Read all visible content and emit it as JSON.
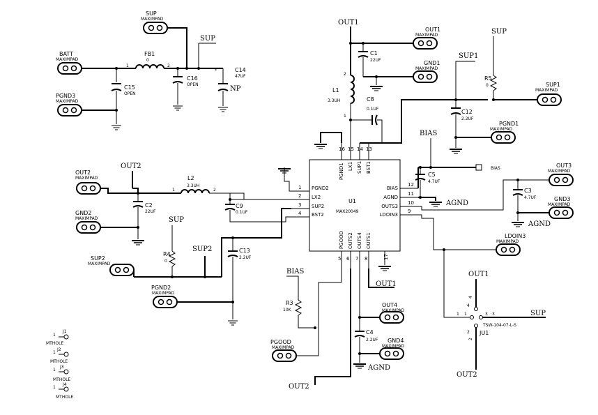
{
  "ic": {
    "ref": "U1",
    "part": "MAX20049",
    "pins_left": [
      {
        "num": "1",
        "name": "PGND2"
      },
      {
        "num": "2",
        "name": "LX2"
      },
      {
        "num": "3",
        "name": "SUP2"
      },
      {
        "num": "4",
        "name": "BST2"
      }
    ],
    "pins_top": [
      {
        "num": "16",
        "name": "PGND1"
      },
      {
        "num": "15",
        "name": "LX1"
      },
      {
        "num": "14",
        "name": "SUP1"
      },
      {
        "num": "13",
        "name": "BST1"
      }
    ],
    "pins_right": [
      {
        "num": "12",
        "name": "BIAS"
      },
      {
        "num": "11",
        "name": "AGND"
      },
      {
        "num": "10",
        "name": "OUTS3"
      },
      {
        "num": "9",
        "name": "LDOIN3"
      }
    ],
    "pins_bottom": [
      {
        "num": "5",
        "name": "PGOOD"
      },
      {
        "num": "6",
        "name": "OUTS2"
      },
      {
        "num": "7",
        "name": "OUTS4"
      },
      {
        "num": "8",
        "name": "OUTS1"
      },
      {
        "num": "17",
        "name": ""
      }
    ]
  },
  "pads": [
    {
      "id": "sup",
      "name": "SUP",
      "type": "MAXIMPAD"
    },
    {
      "id": "batt",
      "name": "BATT",
      "type": "MAXIMPAD"
    },
    {
      "id": "pgnd3",
      "name": "PGND3",
      "type": "MAXIMPAD"
    },
    {
      "id": "out1",
      "name": "OUT1",
      "type": "MAXIMPAD"
    },
    {
      "id": "gnd1",
      "name": "GND1",
      "type": "MAXIMPAD"
    },
    {
      "id": "sup1",
      "name": "SUP1",
      "type": "MAXIMPAD"
    },
    {
      "id": "pgnd1",
      "name": "PGND1",
      "type": "MAXIMPAD"
    },
    {
      "id": "out2",
      "name": "OUT2",
      "type": "MAXIMPAD"
    },
    {
      "id": "gnd2",
      "name": "GND2",
      "type": "MAXIMPAD"
    },
    {
      "id": "sup2",
      "name": "SUP2",
      "type": "MAXIMPAD"
    },
    {
      "id": "pgnd2",
      "name": "PGND2",
      "type": "MAXIMPAD"
    },
    {
      "id": "out3",
      "name": "OUT3",
      "type": "MAXIMPAD"
    },
    {
      "id": "gnd3",
      "name": "GND3",
      "type": "MAXIMPAD"
    },
    {
      "id": "ldoin3",
      "name": "LDOIN3",
      "type": "MAXIMPAD"
    },
    {
      "id": "out4",
      "name": "OUT4",
      "type": "MAXIMPAD"
    },
    {
      "id": "gnd4",
      "name": "GND4",
      "type": "MAXIMPAD"
    },
    {
      "id": "pgood",
      "name": "PGOOD",
      "type": "MAXIMPAD"
    }
  ],
  "components": [
    {
      "id": "fb1",
      "ref": "FB1",
      "value": "0",
      "pin1": "1",
      "pin2": "2"
    },
    {
      "id": "c15",
      "ref": "C15",
      "value": "OPEN"
    },
    {
      "id": "c16",
      "ref": "C16",
      "value": "OPEN"
    },
    {
      "id": "c14",
      "ref": "C14",
      "value": "47UF",
      "extra": "NP"
    },
    {
      "id": "l1",
      "ref": "L1",
      "value": "3.3UH",
      "pin1": "1",
      "pin2": "2"
    },
    {
      "id": "c1",
      "ref": "C1",
      "value": "22UF"
    },
    {
      "id": "c8",
      "ref": "C8",
      "value": "0.1UF"
    },
    {
      "id": "r5",
      "ref": "R5",
      "value": "0"
    },
    {
      "id": "c12",
      "ref": "C12",
      "value": "2.2UF"
    },
    {
      "id": "l2",
      "ref": "L2",
      "value": "3.3UH",
      "pin1": "1",
      "pin2": "2"
    },
    {
      "id": "c2",
      "ref": "C2",
      "value": "22UF"
    },
    {
      "id": "c9",
      "ref": "C9",
      "value": "0.1UF"
    },
    {
      "id": "r4",
      "ref": "R4",
      "value": "0"
    },
    {
      "id": "c13",
      "ref": "C13",
      "value": "2.2UF"
    },
    {
      "id": "c5",
      "ref": "C5",
      "value": "4.7UF"
    },
    {
      "id": "c3",
      "ref": "C3",
      "value": "4.7UF"
    },
    {
      "id": "r3",
      "ref": "R3",
      "value": "10K"
    },
    {
      "id": "c4",
      "ref": "C4",
      "value": "2.2UF"
    },
    {
      "id": "bias_tp",
      "ref": "BIAS",
      "value": ""
    }
  ],
  "nets": {
    "sup": "SUP",
    "out1": "OUT1",
    "out2": "OUT2",
    "sup1": "SUP1",
    "sup2": "SUP2",
    "bias": "BIAS",
    "agnd": "AGND"
  },
  "jumper": {
    "ref": "JU1",
    "part": "TSW-104-07-L-S",
    "p1": "1",
    "p2": "2",
    "p3": "3",
    "p4": "4"
  },
  "mtholes": [
    {
      "ref": "J1",
      "pin": "1",
      "type": "MTHOLE"
    },
    {
      "ref": "J2",
      "pin": "1",
      "type": "MTHOLE"
    },
    {
      "ref": "J3",
      "pin": "1",
      "type": "MTHOLE"
    },
    {
      "ref": "J4",
      "pin": "1",
      "type": "MTHOLE"
    }
  ]
}
